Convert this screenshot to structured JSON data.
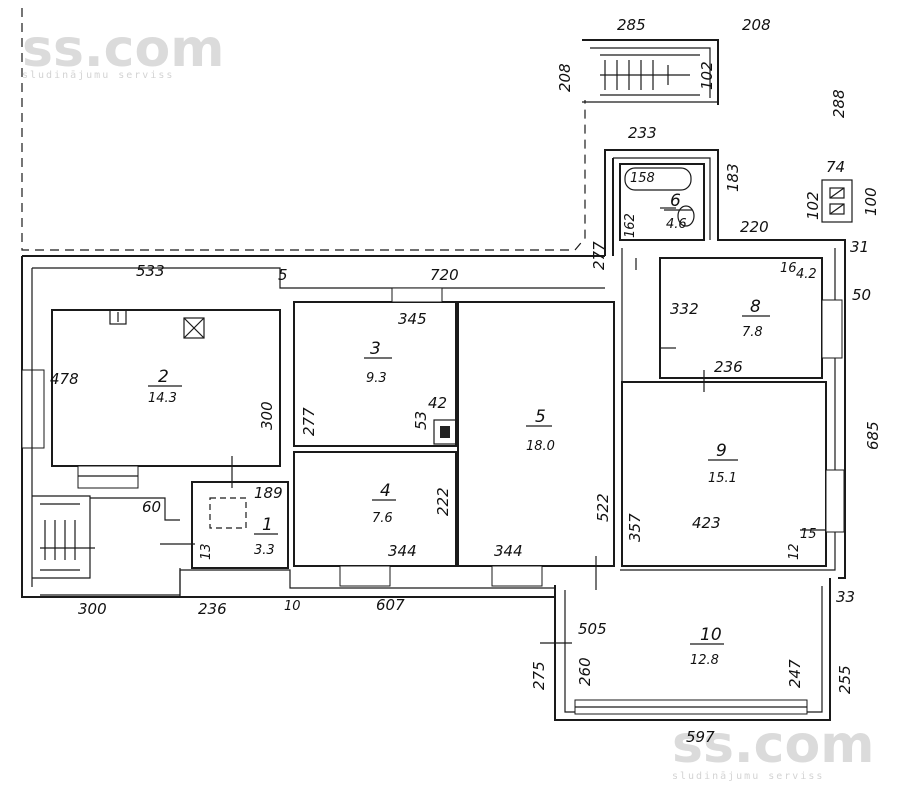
{
  "watermarks": {
    "logo_text": "ss.com",
    "tagline": "sludinājumu serviss"
  },
  "rooms": [
    {
      "number": "1",
      "area": "3.3"
    },
    {
      "number": "2",
      "area": "14.3"
    },
    {
      "number": "3",
      "area": "9.3"
    },
    {
      "number": "4",
      "area": "7.6"
    },
    {
      "number": "5",
      "area": "18.0"
    },
    {
      "number": "6",
      "area": "4.6"
    },
    {
      "number": "8",
      "area": "7.8"
    },
    {
      "number": "9",
      "area": "15.1"
    },
    {
      "number": "10",
      "area": "12.8"
    }
  ],
  "dimensions": {
    "top_285": "285",
    "top_208": "208",
    "left_208": "208",
    "inner_102": "102",
    "right_288": "288",
    "d_233": "233",
    "d_183": "183",
    "d_158": "158",
    "d_74": "74",
    "d_102b": "102",
    "d_100": "100",
    "d_162": "162",
    "d_277a": "277",
    "d_220": "220",
    "d_31": "31",
    "d_533": "533",
    "d_5": "5",
    "d_720": "720",
    "d_16": "16",
    "d_4_2": "4.2",
    "d_50": "50",
    "d_345": "345",
    "d_332": "332",
    "d_478": "478",
    "d_236a": "236",
    "d_300a": "300",
    "d_277b": "277",
    "d_53": "53",
    "d_42": "42",
    "d_685": "685",
    "d_189": "189",
    "d_60": "60",
    "d_222": "222",
    "d_522": "522",
    "d_357": "357",
    "d_423": "423",
    "d_12": "12",
    "d_15": "15",
    "d_13": "13",
    "d_344a": "344",
    "d_344b": "344",
    "d_300b": "300",
    "d_236b": "236",
    "d_10": "10",
    "d_607": "607",
    "d_33": "33",
    "d_505": "505",
    "d_275": "275",
    "d_260": "260",
    "d_247": "247",
    "d_255": "255",
    "d_597": "597"
  }
}
